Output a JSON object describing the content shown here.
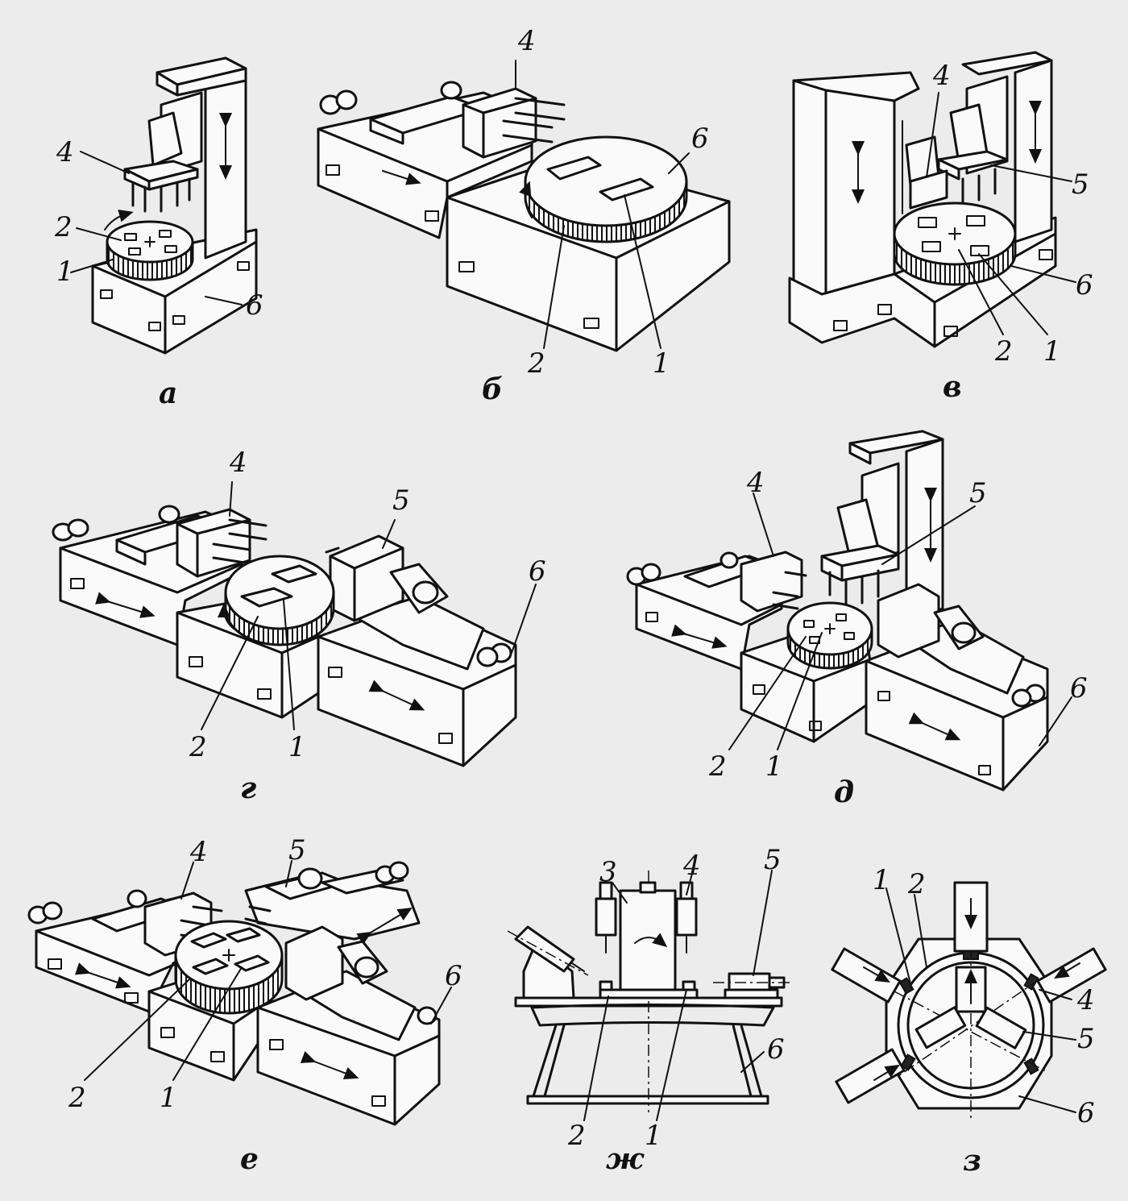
{
  "panels": {
    "a": {
      "caption": "а",
      "labels": {
        "l1": "1",
        "l2": "2",
        "l4": "4",
        "l6": "6"
      }
    },
    "b": {
      "caption": "б",
      "labels": {
        "l1": "1",
        "l2": "2",
        "l4": "4",
        "l6": "6"
      }
    },
    "v": {
      "caption": "в",
      "labels": {
        "l1": "1",
        "l2": "2",
        "l4": "4",
        "l5": "5",
        "l6": "6"
      }
    },
    "g": {
      "caption": "г",
      "labels": {
        "l1": "1",
        "l2": "2",
        "l4": "4",
        "l5": "5",
        "l6": "6"
      }
    },
    "d": {
      "caption": "д",
      "labels": {
        "l1": "1",
        "l2": "2",
        "l4": "4",
        "l5": "5",
        "l6": "6"
      }
    },
    "e": {
      "caption": "е",
      "labels": {
        "l1": "1",
        "l2": "2",
        "l4": "4",
        "l5": "5",
        "l6": "6"
      }
    },
    "zh": {
      "caption": "ж",
      "labels": {
        "l1": "1",
        "l2": "2",
        "l3": "3",
        "l4": "4",
        "l5": "5",
        "l6": "6"
      }
    },
    "z": {
      "caption": "з",
      "labels": {
        "l1": "1",
        "l2": "2",
        "l4": "4",
        "l5": "5",
        "l6": "6"
      }
    }
  }
}
